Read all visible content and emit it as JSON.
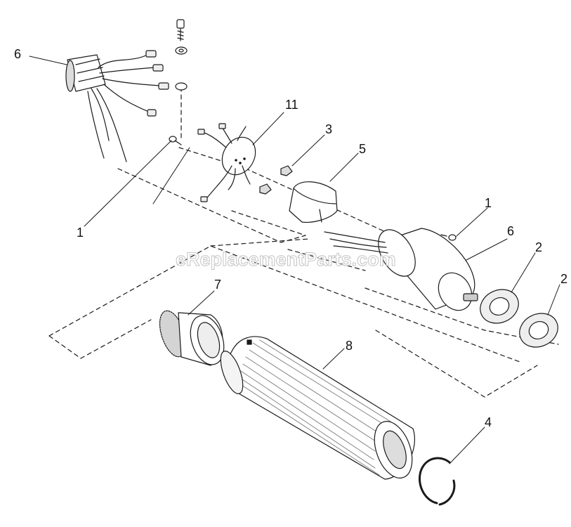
{
  "diagram": {
    "title": "",
    "watermark": "eReplacementParts.com",
    "callouts": {
      "c6_top": "6",
      "c11": "11",
      "c3": "3",
      "c5": "5",
      "c1_left": "1",
      "c1_right": "1",
      "c6_right": "6",
      "c2_a": "2",
      "c2_b": "2",
      "c7": "7",
      "c8": "8",
      "c4": "4"
    },
    "parts": [
      {
        "id": "connector-assembly",
        "ref": "6"
      },
      {
        "id": "screw",
        "ref": "1"
      },
      {
        "id": "wire-harness-cap",
        "ref": "11"
      },
      {
        "id": "nut",
        "ref": "3"
      },
      {
        "id": "housing-cover",
        "ref": "5"
      },
      {
        "id": "motor",
        "ref": "6"
      },
      {
        "id": "washer",
        "ref": "2"
      },
      {
        "id": "gear",
        "ref": "7"
      },
      {
        "id": "drive-roller",
        "ref": "8"
      },
      {
        "id": "retaining-ring",
        "ref": "4"
      }
    ],
    "colors": {
      "line": "#1a1a1a",
      "background": "#ffffff",
      "shade": "#9a9a9a"
    }
  }
}
